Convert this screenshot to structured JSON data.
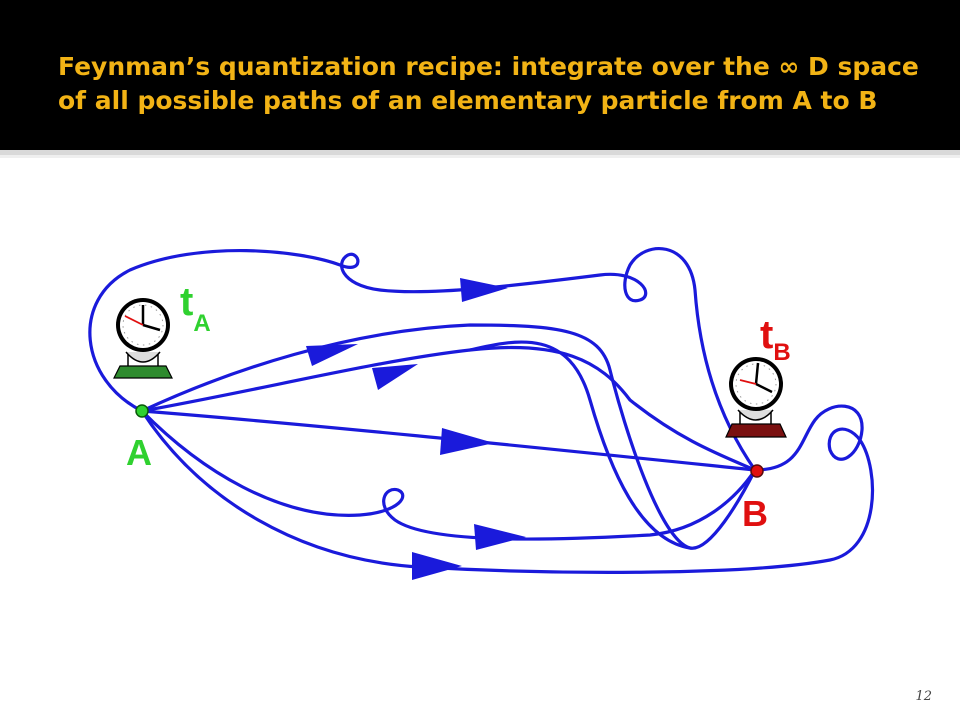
{
  "slide": {
    "title_line1": "Feynman’s quantization recipe: integrate over the ∞ D space",
    "title_line2": "of all possible paths of an elementary particle from A to B",
    "page_number": "12"
  },
  "diagram": {
    "point_a_label": "A",
    "point_b_label": "B",
    "time_a_label": "t",
    "time_a_subscript": "A",
    "time_b_label": "t",
    "time_b_subscript": "B"
  },
  "colors": {
    "title": "#f2b315",
    "title_background": "#000000",
    "paths": "#1a1adb",
    "point_a": "#2fd12f",
    "point_b": "#e01010",
    "clock_a_base": "#2e8b2e",
    "clock_b_base": "#7a1010",
    "labels": "#2fd12f",
    "labels_b": "#e01010"
  }
}
